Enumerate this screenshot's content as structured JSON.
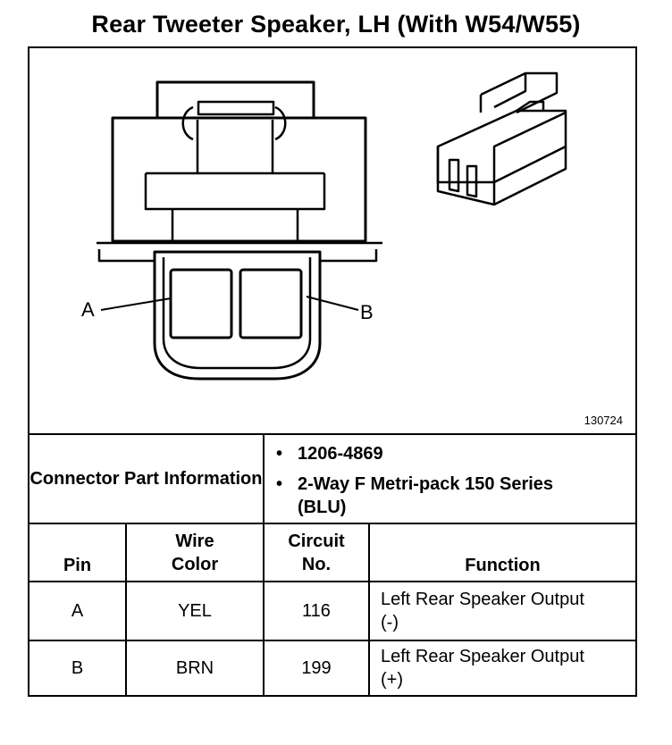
{
  "title": "Rear Tweeter Speaker, LH (With W54/W55)",
  "figure_number": "130724",
  "callouts": {
    "a": "A",
    "b": "B"
  },
  "connector_info": {
    "label": "Connector Part Information",
    "items": [
      "1206-4869",
      "2-Way F Metri-pack 150 Series (BLU)"
    ]
  },
  "table": {
    "headers": {
      "pin": "Pin",
      "wire_color": "Wire Color",
      "circuit_no": "Circuit No.",
      "function": "Function"
    },
    "rows": [
      {
        "pin": "A",
        "wire_color": "YEL",
        "circuit_no": "116",
        "function": "Left Rear Speaker Output (-)"
      },
      {
        "pin": "B",
        "wire_color": "BRN",
        "circuit_no": "199",
        "function": "Left Rear Speaker Output (+)"
      }
    ]
  }
}
